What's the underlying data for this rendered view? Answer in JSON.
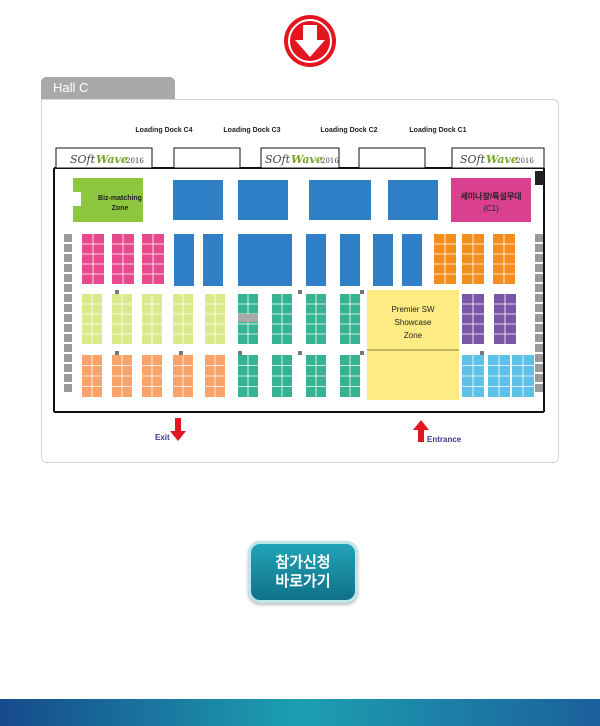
{
  "hall": {
    "tab_label": "Hall C"
  },
  "map": {
    "loading_docks": [
      "Loading Dock C4",
      "Loading Dock C3",
      "Loading Dock C2",
      "Loading Dock C1"
    ],
    "logo_text": {
      "soft": "SOft",
      "wave": "Wave",
      "year": "2016"
    },
    "zones": {
      "biz": {
        "line1": "Biz-matching",
        "line2": "Zone"
      },
      "seminar": {
        "line1": "세미나장/특설무대",
        "line2": "(C1)"
      },
      "premier": {
        "line1": "Premier SW",
        "line2": "Showcase",
        "line3": "Zone"
      }
    },
    "exit_label": "Exit",
    "entrance_label": "Entrance"
  },
  "cta": {
    "line1": "참가신청",
    "line2": "바로가기"
  },
  "colors": {
    "arrow_red": "#e3151f",
    "blue": "#2f80c6",
    "pink": "#e8498e",
    "orange": "#f38e1e",
    "lime": "#d9ea8b",
    "salmon": "#f7a36a",
    "teal": "#35b392",
    "yellow": "#ffeb84",
    "purple": "#7b55a6",
    "cyan": "#5cc2e8",
    "biz_green": "#8dc63f",
    "seminar_magenta": "#d9408e"
  }
}
